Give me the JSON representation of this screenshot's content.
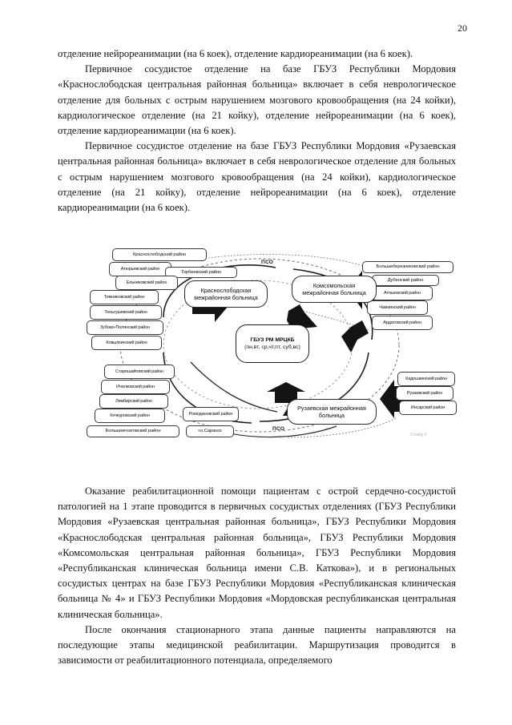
{
  "page": {
    "number": "20"
  },
  "text_top": {
    "paragraphs": [
      "отделение нейрореанимации (на 6 коек), отделение кардиореанимации (на 6 коек).",
      "Первичное сосудистое отделение на базе ГБУЗ Республики Мордовия «Краснослободская центральная районная больница» включает в себя неврологическое отделение для больных с острым нарушением мозгового кровообращения (на 24 койки), кардиологическое отделение (на 21 койку), отделение нейрореанимации (на 6 коек), отделение кардиореанимации (на 6 коек).",
      "Первичное сосудистое отделение на базе ГБУЗ Республики Мордовия «Рузаевская центральная районная больница» включает в себя неврологическое отделение для больных с острым нарушением мозгового кровообращения (на 24 койки), кардиологическое отделение (на 21 койку), отделение нейрореанимации (на 6 коек), отделение кардиореанимации (на 6 коек)."
    ]
  },
  "text_bottom": {
    "paragraphs": [
      "Оказание реабилитационной помощи пациентам с острой сердечно-сосудистой патологией на 1 этапе проводится в первичных сосудистых отделениях (ГБУЗ Республики Мордовия «Рузаевская центральная районная больница», ГБУЗ Республики Мордовия «Краснослободская центральная районная больница», ГБУЗ Республики Мордовия «Комсомольская центральная районная больница», ГБУЗ Республики Мордовия «Республиканская клиническая больница имени С.В. Каткова»), и в региональных сосудистых центрах на базе ГБУЗ Республики Мордовия «Республиканская клиническая больница № 4» и ГБУЗ Республики Мордовия «Мордовская республиканская центральная клиническая больница».",
      "После окончания стационарного этапа данные пациенты направляются на последующие этапы медицинской реабилитации. Маршрутизация проводится в зависимости от реабилитационного потенциала, определяемого"
    ]
  },
  "figure": {
    "caption": "Слайд 6",
    "flow_labels": {
      "top": "ПСО",
      "bottom": "ПСО"
    },
    "center": {
      "title": "ГБУЗ РМ МРЦКБ",
      "schedule": "(пн,вт, ср,чт,пт, суб,вс)"
    },
    "hospitals": [
      {
        "id": "krasnoslobodskaya",
        "name": "Краснослободская межрайонная больница"
      },
      {
        "id": "komsomolskaya",
        "name": "Комсомольская межрайонная больница"
      },
      {
        "id": "ruzaevskaya",
        "name": "Рузаевская межрайонная больница"
      }
    ],
    "districts_left": [
      "Краснослободский район",
      "Атюрьевский район",
      "Торбеевский район",
      "Ельниковский район",
      "Темниковский район",
      "Теньгушевский район",
      "Зубово-Полянский район",
      "Ковылкинский район"
    ],
    "districts_lower_left": [
      "Старошайговский район",
      "Ичалковский район",
      "Лямбирский район",
      "Кочкуровский район",
      "Большеигнатовский район",
      "Ромодановский район",
      "г.о.Саранск"
    ],
    "districts_right": [
      "Большеберезниковский район",
      "Дубенский район",
      "Атяшевский район",
      "Чамзинский район",
      "Ардатовский район"
    ],
    "districts_lower_right": [
      "Кадошкинский район",
      "Рузаевский район",
      "Инсарский район"
    ]
  }
}
